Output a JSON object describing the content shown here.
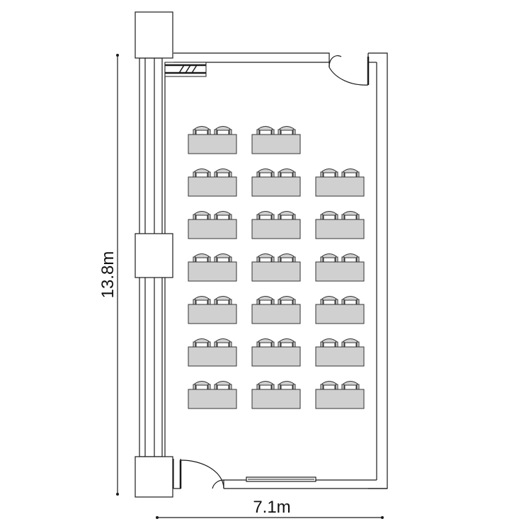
{
  "dimensions": {
    "height_label": "13.8m",
    "width_label": "7.1m"
  },
  "layout": {
    "desk_rows": 7,
    "desk_columns": 3,
    "first_row_desks": 2,
    "desk_color": "#d0d0d0",
    "chairs_per_desk": 2
  },
  "fixtures": [
    "coat-rack-icon",
    "door-icon",
    "door-icon",
    "whiteboard-icon"
  ]
}
